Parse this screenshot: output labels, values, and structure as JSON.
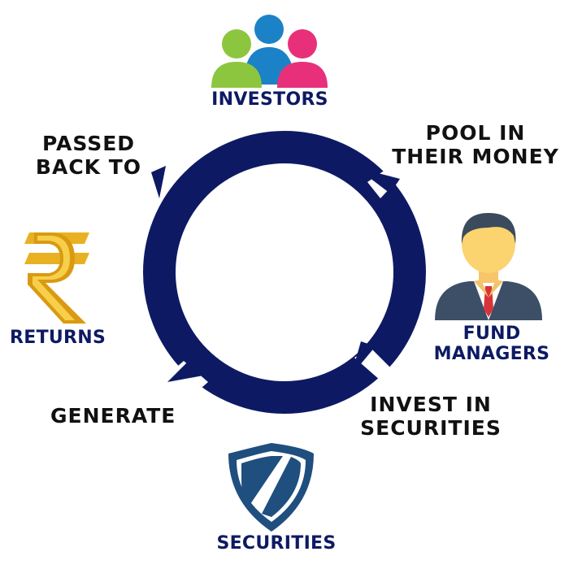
{
  "nodes": {
    "investors": "INVESTORS",
    "fund_managers_line1": "FUND",
    "fund_managers_line2": "MANAGERS",
    "securities": "SECURITIES",
    "returns": "RETURNS"
  },
  "steps": {
    "pool_line1": "POOL IN",
    "pool_line2": "THEIR MONEY",
    "invest_line1": "INVEST IN",
    "invest_line2": "SECURITIES",
    "generate": "GENERATE",
    "passed_line1": "PASSED",
    "passed_line2": "BACK TO"
  },
  "icons": {
    "investors": "people-group-icon",
    "fund_managers": "businessman-icon",
    "securities": "shield-icon",
    "returns": "rupee-icon"
  },
  "colors": {
    "cycle_ring": "#0d1a63",
    "node_label": "#0d1a63",
    "step_label": "#111111",
    "person_green": "#8cc63f",
    "person_blue": "#1b82c7",
    "person_pink": "#e8307a",
    "rupee_gold": "#e9b022",
    "shield_blue": "#1f4f7f"
  }
}
